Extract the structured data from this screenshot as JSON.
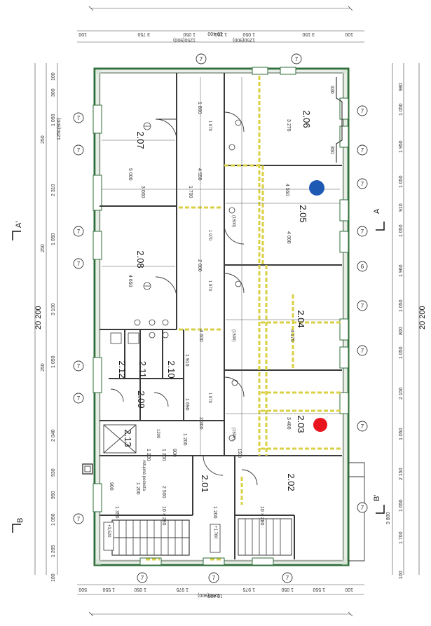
{
  "overall": {
    "width_top": "10 400",
    "width_bottom": "10 400",
    "length_left": "20 200",
    "length_right": "20 200"
  },
  "rooms": [
    {
      "id": "2.01",
      "label": "2.01"
    },
    {
      "id": "2.02",
      "label": "2.02"
    },
    {
      "id": "2.03",
      "label": "2.03"
    },
    {
      "id": "2.04",
      "label": "2.04"
    },
    {
      "id": "2.05",
      "label": "2.05"
    },
    {
      "id": "2.06",
      "label": "2.06"
    },
    {
      "id": "2.07",
      "label": "2.07"
    },
    {
      "id": "2.08",
      "label": "2.08"
    },
    {
      "id": "2.09",
      "label": "2.09"
    },
    {
      "id": "2.10",
      "label": "2.10"
    },
    {
      "id": "2.11",
      "label": "2.11"
    },
    {
      "id": "2.12",
      "label": "2.12"
    },
    {
      "id": "2.13",
      "label": "2.13"
    }
  ],
  "sections": {
    "a": "A",
    "a_prime": "A'",
    "b": "B",
    "b_prime": "B'"
  },
  "axis_markers": {
    "seven": "7",
    "six": "6"
  },
  "top_dims": [
    "100",
    "3 750",
    "1250(900)",
    "1 050",
    "1 200",
    "1250(900)",
    "1 050",
    "3 150",
    "100"
  ],
  "left_dims": [
    "100",
    "300",
    "1 050",
    "250",
    "1250(900)",
    "2 310",
    "1 050",
    "250",
    "3 100",
    "1 050",
    "250",
    "2 040",
    "930",
    "950",
    "1 050",
    "1 265",
    "100"
  ],
  "right_dims": [
    "980",
    "1 050",
    "1 950",
    "1 050",
    "910",
    "1 050",
    "1 960",
    "1 050",
    "800",
    "1 050",
    "2 150",
    "1 050",
    "2 150",
    "1 650",
    "1 700",
    "100",
    "3 800"
  ],
  "bottom_dims": [
    "500",
    "1 550",
    "1 050",
    "1 975",
    "1250(900)",
    "1 975",
    "1 050",
    "1 550",
    "100"
  ],
  "room_dims": [
    "5 000",
    "4 550",
    "3 270",
    "4 650",
    "4 175",
    "4 000",
    "3 400",
    "1 800",
    "2 000",
    "4 600",
    "1 910",
    "1 690",
    "2 300",
    "1 200",
    "3 000",
    "1 700",
    "4 550",
    "330",
    "350",
    "1 970",
    "1 970",
    "1 970",
    "1 970",
    "(1500)",
    "(1500)",
    "(1500)"
  ],
  "stair_dims": [
    "10 × 280",
    "10 × 280",
    "1 350",
    "1 200",
    "2 500",
    "1 200",
    "900",
    "1 200",
    "1 200",
    "900"
  ],
  "levels": {
    "upper": "+1,760",
    "lower": "+3,520"
  },
  "annotations": [
    "vstupná podesta",
    "1200",
    "1500",
    "1 250",
    "1 250"
  ],
  "markers": {
    "red": "#e8141e",
    "blue": "#1e5ab4"
  }
}
